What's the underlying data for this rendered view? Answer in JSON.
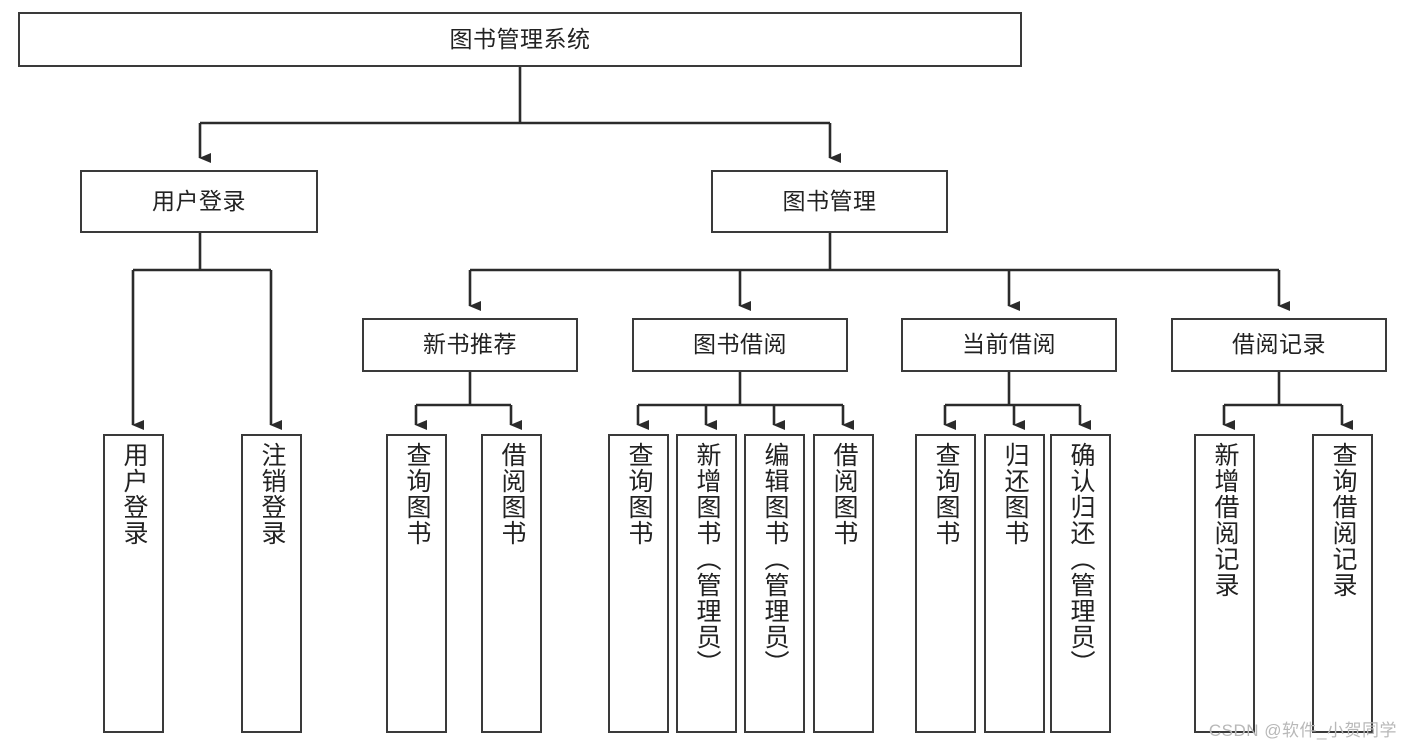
{
  "diagram": {
    "title": "图书管理系统",
    "type": "tree-hierarchy-diagram",
    "colors": {
      "box_border": "#3a3a3a",
      "box_fill": "#ffffff",
      "edge": "#2b2b2b",
      "text": "#222222",
      "watermark": "#b8b8b8",
      "background": "#ffffff"
    },
    "root": {
      "id": "root",
      "label": "图书管理系统"
    },
    "level2": [
      {
        "id": "user-login",
        "label": "用户登录"
      },
      {
        "id": "book-management",
        "label": "图书管理"
      }
    ],
    "level3": [
      {
        "id": "new-book-recommend",
        "label": "新书推荐",
        "parent": "book-management"
      },
      {
        "id": "book-borrow",
        "label": "图书借阅",
        "parent": "book-management"
      },
      {
        "id": "current-borrow",
        "label": "当前借阅",
        "parent": "book-management"
      },
      {
        "id": "borrow-record",
        "label": "借阅记录",
        "parent": "book-management"
      }
    ],
    "leaves": [
      {
        "id": "leaf-user-login",
        "label": "用户登录",
        "parent": "user-login"
      },
      {
        "id": "leaf-logout-login",
        "label": "注销登录",
        "parent": "user-login"
      },
      {
        "id": "leaf-query-book-1",
        "label": "查询图书",
        "parent": "new-book-recommend"
      },
      {
        "id": "leaf-borrow-book-1",
        "label": "借阅图书",
        "parent": "new-book-recommend"
      },
      {
        "id": "leaf-query-book-2",
        "label": "查询图书",
        "parent": "book-borrow"
      },
      {
        "id": "leaf-add-book",
        "label": "新增图书（管理员）",
        "parent": "book-borrow"
      },
      {
        "id": "leaf-edit-book",
        "label": "编辑图书（管理员）",
        "parent": "book-borrow"
      },
      {
        "id": "leaf-borrow-book-2",
        "label": "借阅图书",
        "parent": "book-borrow"
      },
      {
        "id": "leaf-query-book-3",
        "label": "查询图书",
        "parent": "current-borrow"
      },
      {
        "id": "leaf-return-book",
        "label": "归还图书",
        "parent": "current-borrow"
      },
      {
        "id": "leaf-confirm-return",
        "label": "确认归还（管理员）",
        "parent": "current-borrow"
      },
      {
        "id": "leaf-add-record",
        "label": "新增借阅记录",
        "parent": "borrow-record"
      },
      {
        "id": "leaf-query-record",
        "label": "查询借阅记录",
        "parent": "borrow-record"
      }
    ],
    "watermark": "CSDN @软件_小贺同学"
  }
}
